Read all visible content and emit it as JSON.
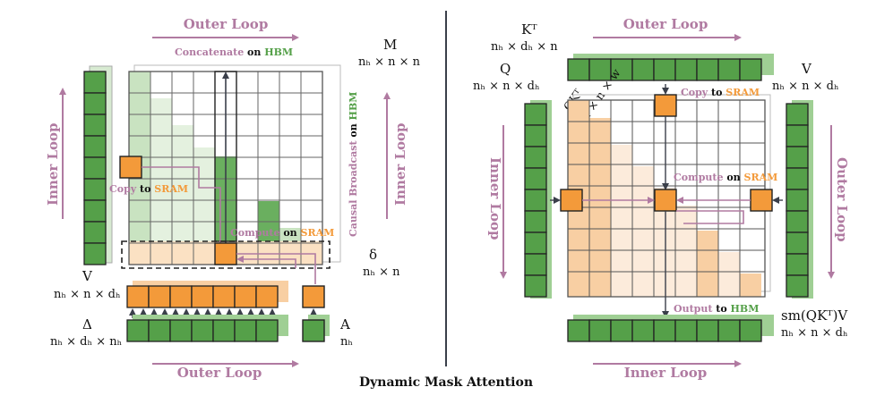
{
  "title": "Dynamic Mask Attention",
  "colors": {
    "green": "#55a049",
    "green_light": "#9fcf94",
    "orange": "#f39a3a",
    "orange_light": "#f8cfa3",
    "purple": "#b07aa1",
    "grid": "#555555"
  },
  "left": {
    "outer_loop_top": "Outer Loop",
    "outer_loop_bottom": "Outer Loop",
    "inner_loop_left": "Inner Loop",
    "inner_loop_right": "Inner Loop",
    "M_label": "M",
    "M_dims": "nₕ × n × n",
    "delta_label": "δ",
    "delta_dims": "nₕ × n",
    "V_label": "V",
    "V_dims": "nₕ × n × dₕ",
    "Delta_label": "Δ",
    "Delta_dims": "nₕ × dₕ × nₕ",
    "A_label": "A",
    "A_dims": "nₕ",
    "concat_text": "Concatenate",
    "concat_on": " on ",
    "concat_hbm": "HBM",
    "copy_text": "Copy",
    "copy_to": " to ",
    "copy_sram": "SRAM",
    "compute_text": "Compute",
    "compute_on": " on ",
    "compute_sram": "SRAM",
    "causal_text": "Causal Broadcast",
    "causal_on": " on ",
    "causal_hbm": "HBM"
  },
  "right": {
    "outer_loop_top": "Outer Loop",
    "inner_loop_bottom": "Inner Loop",
    "inner_loop_left": "Inner Loop",
    "outer_loop_right": "Outer Loop",
    "KT_label": "Kᵀ",
    "KT_dims": "nₕ × dₕ × n",
    "Q_label": "Q",
    "Q_dims": "nₕ × n × dₕ",
    "V_label": "V",
    "V_dims": "nₕ × n × dₕ",
    "QKT_label": "QKᵀ",
    "QKT_dims": "nₕ × n × w",
    "out_label": "sm(QKᵀ)V",
    "out_dims": "nₕ × n × dₕ",
    "copy_text": "Copy",
    "copy_to": " to ",
    "copy_sram": "SRAM",
    "compute_text": "Compute",
    "compute_on": " on ",
    "compute_sram": "SRAM",
    "output_text": "Output",
    "output_to": " to ",
    "output_hbm": "HBM"
  }
}
